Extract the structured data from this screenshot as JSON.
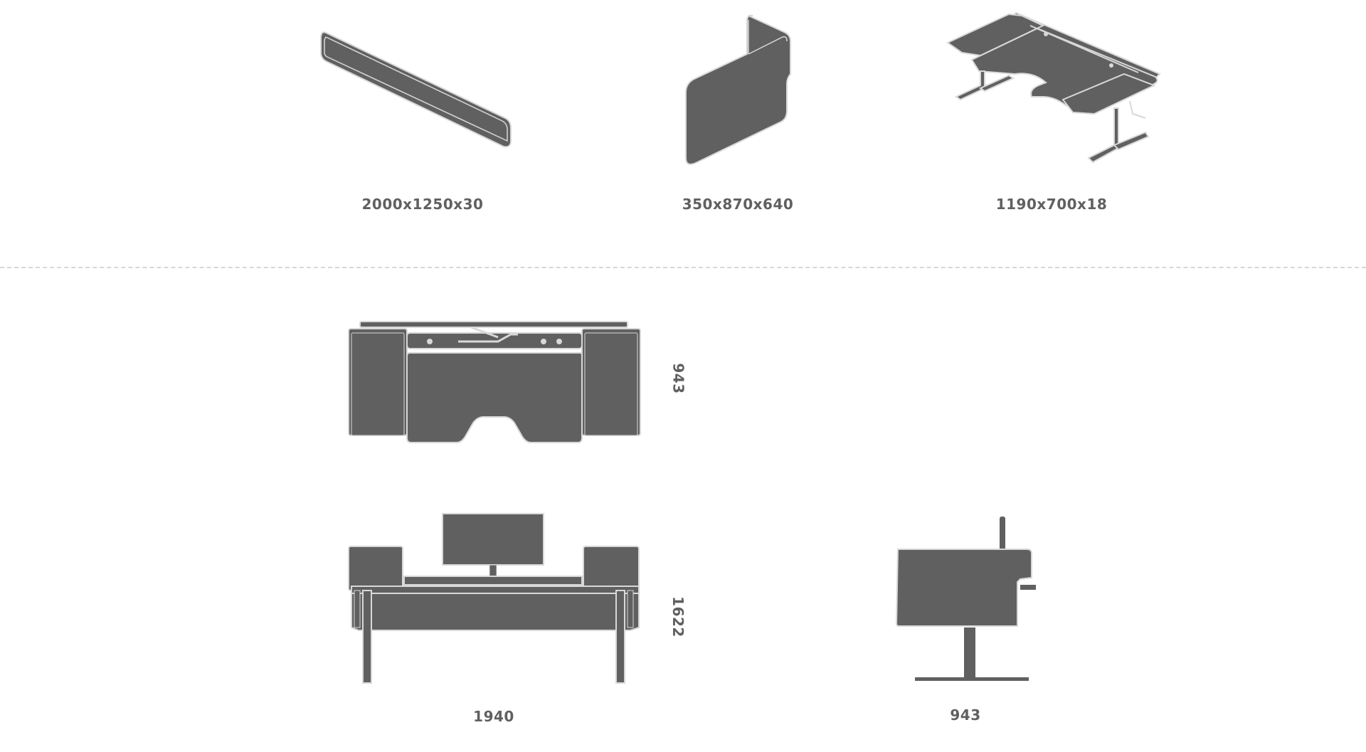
{
  "colors": {
    "fill": "#5f605f",
    "outline": "#ffffff",
    "stroke": "#8f908f",
    "divider": "#d6d7d6",
    "label": "#5f605f"
  },
  "components": [
    {
      "icon": "panel-icon",
      "dimensions": "2000x1250x30"
    },
    {
      "icon": "screen-icon",
      "dimensions": "350x870x640"
    },
    {
      "icon": "desk-icon",
      "dimensions": "1190x700x18"
    }
  ],
  "views": {
    "top": {
      "depth": "943"
    },
    "front": {
      "width": "1940",
      "height": "1622"
    },
    "side": {
      "depth": "943"
    }
  }
}
